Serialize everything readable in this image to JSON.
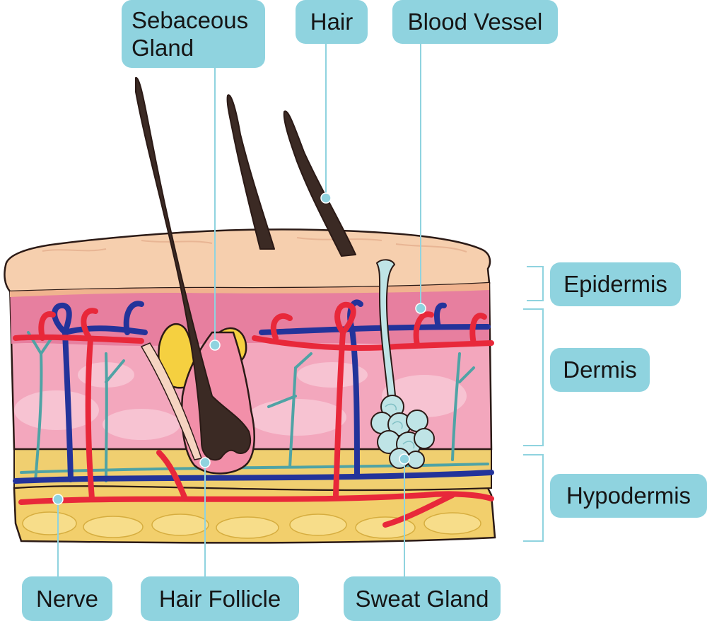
{
  "colors": {
    "label_bg": "#8fd3df",
    "leader_line": "#8fd3df",
    "epidermis": "#f6cfae",
    "dermis": "#f3a7bd",
    "hypodermis": "#f2cf6c",
    "artery": "#e8283a",
    "vein": "#23339a",
    "nerve": "#4fa3a5",
    "hair": "#3b2a24",
    "sebaceous_gland": "#f5d040",
    "sweat_gland": "#bfe4e6",
    "outline": "#2b1a16"
  },
  "labels": {
    "sebaceous_gland": {
      "line1": "Sebaceous",
      "line2": "Gland"
    },
    "hair": "Hair",
    "blood_vessel": "Blood Vessel",
    "epidermis": "Epidermis",
    "dermis": "Dermis",
    "hypodermis": "Hypodermis",
    "nerve": "Nerve",
    "hair_follicle": "Hair Follicle",
    "sweat_gland": "Sweat Gland"
  }
}
